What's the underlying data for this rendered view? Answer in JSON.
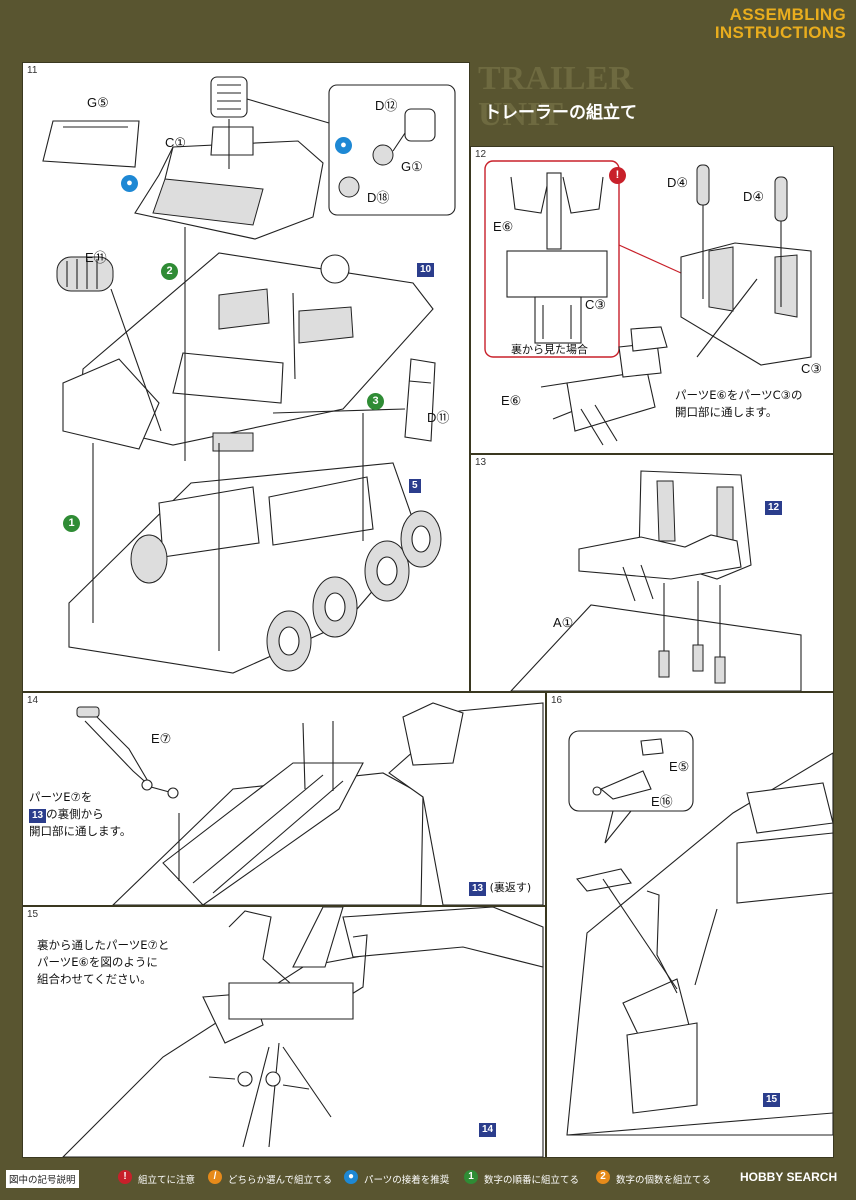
{
  "header": {
    "line1": "ASSEMBLING",
    "line2": "INSTRUCTIONS"
  },
  "panel11": {
    "step": "11",
    "parts": {
      "g5": "G⑤",
      "c1": "C①",
      "e11": "E⑪",
      "d11": "D⑪",
      "d12": "D⑫",
      "g1": "G①",
      "d18": "D⑱"
    },
    "refs": {
      "r10": "10",
      "r5": "5"
    },
    "order": [
      "1",
      "2",
      "3"
    ]
  },
  "trailer": {
    "bg_text_1": "TRAILER",
    "bg_text_2": "UNIT",
    "title": "トレーラーの組立て"
  },
  "panel12": {
    "step": "12",
    "parts": {
      "e6a": "E⑥",
      "c3a": "C③",
      "e6b": "E⑥",
      "d4a": "D④",
      "d4b": "D④",
      "c3b": "C③"
    },
    "inset_caption": "裏から見た場合",
    "note_line1": "パーツE⑥をパーツC③の",
    "note_line2": "開口部に通します。"
  },
  "panel13": {
    "step": "13",
    "parts": {
      "a1": "A①"
    },
    "refs": {
      "r12": "12"
    }
  },
  "panel14": {
    "step": "14",
    "parts": {
      "e7": "E⑦"
    },
    "note_line1": "パーツE⑦を",
    "note_ref": "13",
    "note_line2": "の裏側から",
    "note_line3": "開口部に通します。",
    "ref_flip": "13",
    "ref_flip_text": "(裏返す)"
  },
  "panel15": {
    "step": "15",
    "note_line1": "裏から通したパーツE⑦と",
    "note_line2": "パーツE⑥を図のように",
    "note_line3": "組合わせてください。",
    "refs": {
      "r14": "14"
    }
  },
  "panel16": {
    "step": "16",
    "parts": {
      "e5": "E⑤",
      "e16": "E⑯"
    },
    "refs": {
      "r15": "15"
    }
  },
  "legend": {
    "title": "図中の記号説明",
    "items": [
      "組立てに注意",
      "どちらか選んで組立てる",
      "パーツの接着を推奨",
      "数字の順番に組立てる",
      "数字の個数を組立てる"
    ],
    "watermark": "HOBBY SEARCH"
  },
  "colors": {
    "page_bg": "#595530",
    "header": "#e9ad1e",
    "ref_box": "#2b3d8c",
    "green": "#2f8c35",
    "blue": "#1e88d4",
    "red": "#c8202a",
    "orange": "#e68a1a"
  }
}
